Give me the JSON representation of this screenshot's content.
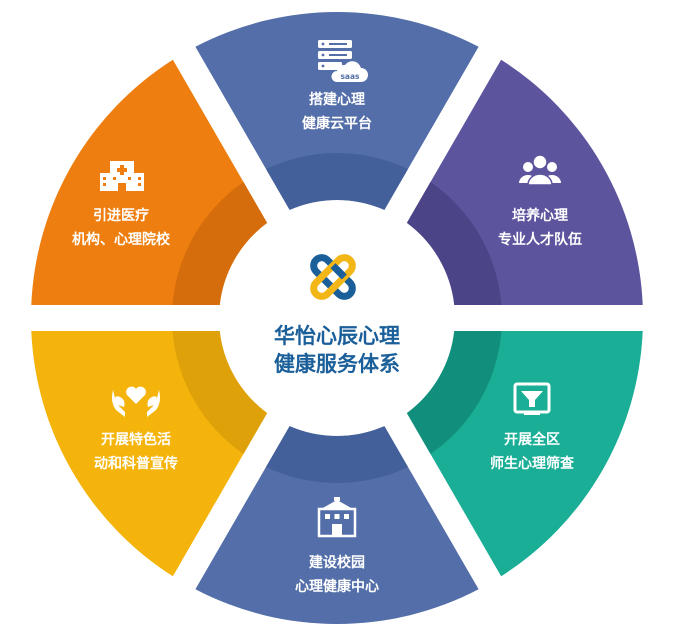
{
  "center": {
    "line1": "华怡心辰心理",
    "line2": "健康服务体系"
  },
  "segments": [
    {
      "id": "top",
      "line1": "搭建心理",
      "line2": "健康云平台",
      "icon": "server-cloud-icon",
      "icon_text": "saas",
      "color": "#536ea8",
      "shade": "#43609a"
    },
    {
      "id": "upper-right",
      "line1": "培养心理",
      "line2": "专业人才队伍",
      "icon": "people-group-icon",
      "color": "#5c559e",
      "shade": "#4b4588"
    },
    {
      "id": "lower-right",
      "line1": "开展全区",
      "line2": "师生心理筛查",
      "icon": "screen-filter-icon",
      "color": "#1aae96",
      "shade": "#128f7c"
    },
    {
      "id": "bottom",
      "line1": "建设校园",
      "line2": "心理健康中心",
      "icon": "school-building-icon",
      "color": "#536ea8",
      "shade": "#43609a"
    },
    {
      "id": "lower-left",
      "line1": "开展特色活",
      "line2": "动和科普宣传",
      "icon": "hands-heart-icon",
      "color": "#f4b40b",
      "shade": "#dea10a"
    },
    {
      "id": "upper-left",
      "line1": "引进医疗",
      "line2": "机构、心理院校",
      "icon": "hospital-icon",
      "color": "#ee7e0f",
      "shade": "#d66d0c"
    }
  ],
  "colors": {
    "logo_blue": "#1b5f9a",
    "logo_yellow": "#f3b617",
    "center_text": "#1b5f9a"
  }
}
